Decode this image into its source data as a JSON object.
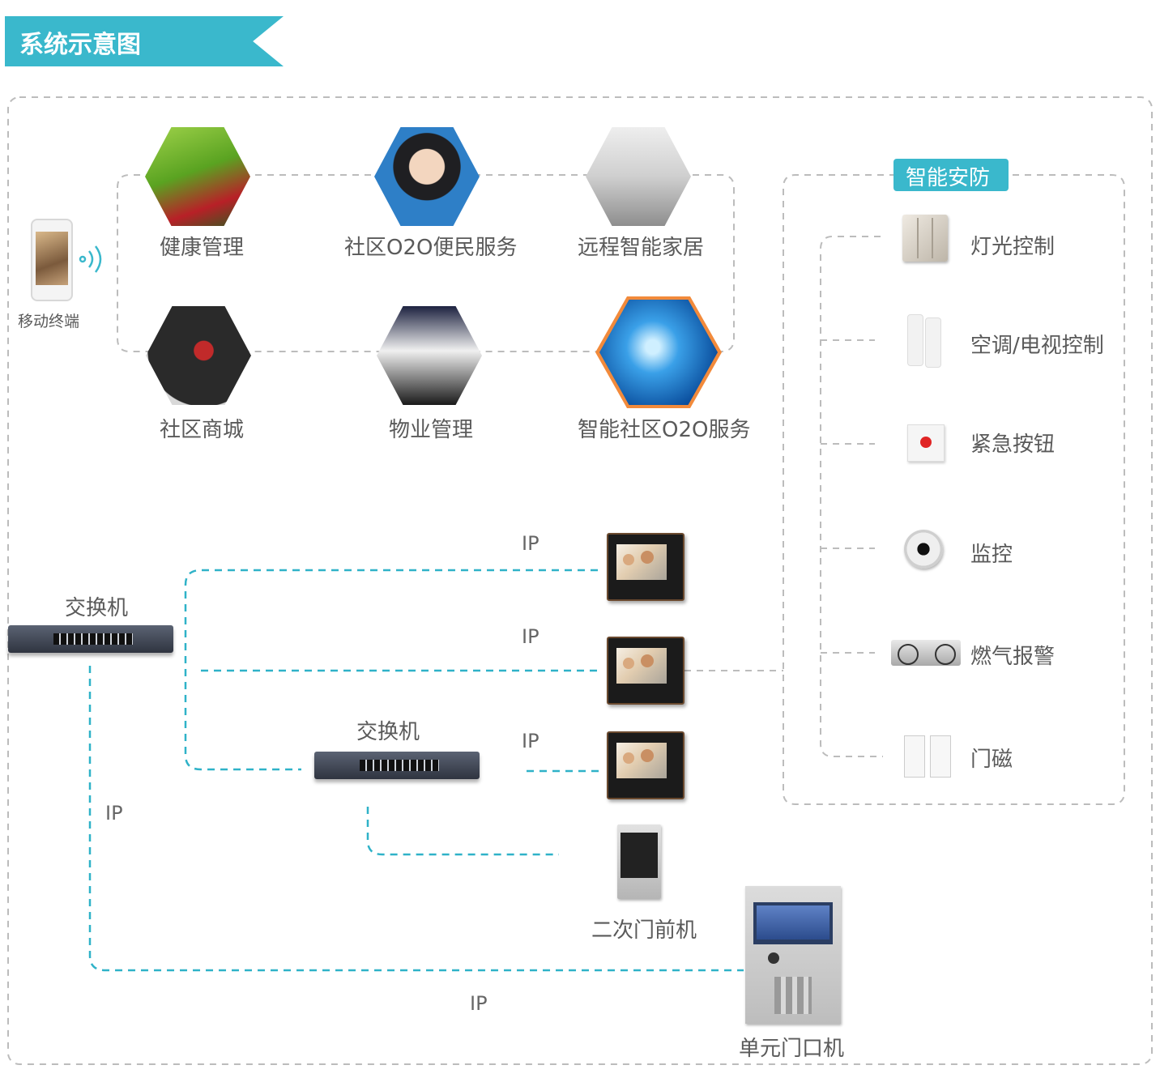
{
  "header": {
    "title": "系统示意图"
  },
  "mobile": {
    "label": "移动终端"
  },
  "services": {
    "health": "健康管理",
    "o2o": "社区O2O便民服务",
    "remote_home": "远程智能家居",
    "mall": "社区商城",
    "property": "物业管理",
    "smart_o2o": "智能社区O2O服务"
  },
  "security": {
    "title": "智能安防",
    "items": [
      "灯光控制",
      "空调/电视控制",
      "紧急按钮",
      "监控",
      "燃气报警",
      "门磁"
    ]
  },
  "network": {
    "switch_main": "交换机",
    "switch_sub": "交换机",
    "ip_labels": [
      "IP",
      "IP",
      "IP",
      "IP",
      "IP"
    ],
    "secondary_door": "二次门前机",
    "unit_door": "单元门口机"
  },
  "colors": {
    "accent": "#3ab8cc",
    "dashed_gray": "#b9b9b9",
    "dashed_blue": "#2fb2c8"
  }
}
